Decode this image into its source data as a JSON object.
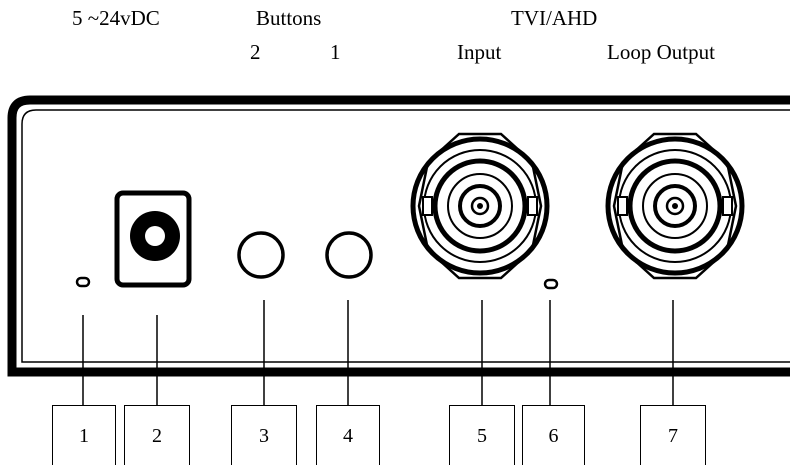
{
  "header_labels": {
    "power": "5 ~24vDC",
    "buttons": "Buttons",
    "button_2": "2",
    "button_1": "1",
    "tvi_ahd": "TVI/AHD",
    "input": "Input",
    "loop_output": "Loop Output"
  },
  "callouts": [
    "1",
    "2",
    "3",
    "4",
    "5",
    "6",
    "7"
  ],
  "colors": {
    "ink": "#000000",
    "background": "#ffffff"
  }
}
